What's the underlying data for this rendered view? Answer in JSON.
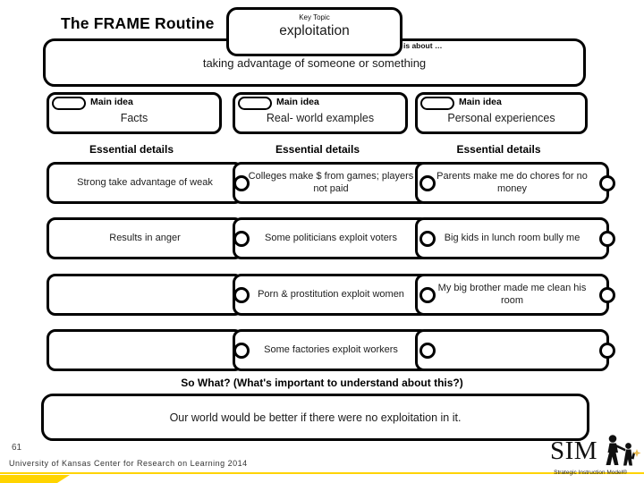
{
  "page": {
    "title": "The FRAME Routine",
    "slide_number": "61",
    "footer_credit": "University of Kansas Center for Research on Learning 2014"
  },
  "key_topic": {
    "label": "Key Topic",
    "value": "exploitation",
    "connector": "is about …"
  },
  "about_box": {
    "text": "taking advantage of someone or something"
  },
  "main_ideas": {
    "label": "Main idea",
    "items": [
      "Facts",
      "Real- world examples",
      "Personal experiences"
    ]
  },
  "essential_details": {
    "header": "Essential details",
    "columns": [
      [
        "Strong take advantage of weak",
        "Results in anger",
        "",
        ""
      ],
      [
        "Colleges make $ from games; players not paid",
        "Some politicians exploit voters",
        "Porn & prostitution exploit women",
        "Some factories exploit workers"
      ],
      [
        "Parents make me do chores for no money",
        "Big kids in lunch room bully me",
        "My big brother made me clean his room",
        ""
      ]
    ]
  },
  "so_what": {
    "prompt": "So What? (What's important to understand about this?)",
    "answer": "Our world would be better if there were no exploitation in it."
  },
  "logo": {
    "text": "SIM",
    "subtext": "Strategic Instruction Model®"
  },
  "colors": {
    "accent_yellow": "#FFD400",
    "star_gold": "#E9B94C"
  }
}
